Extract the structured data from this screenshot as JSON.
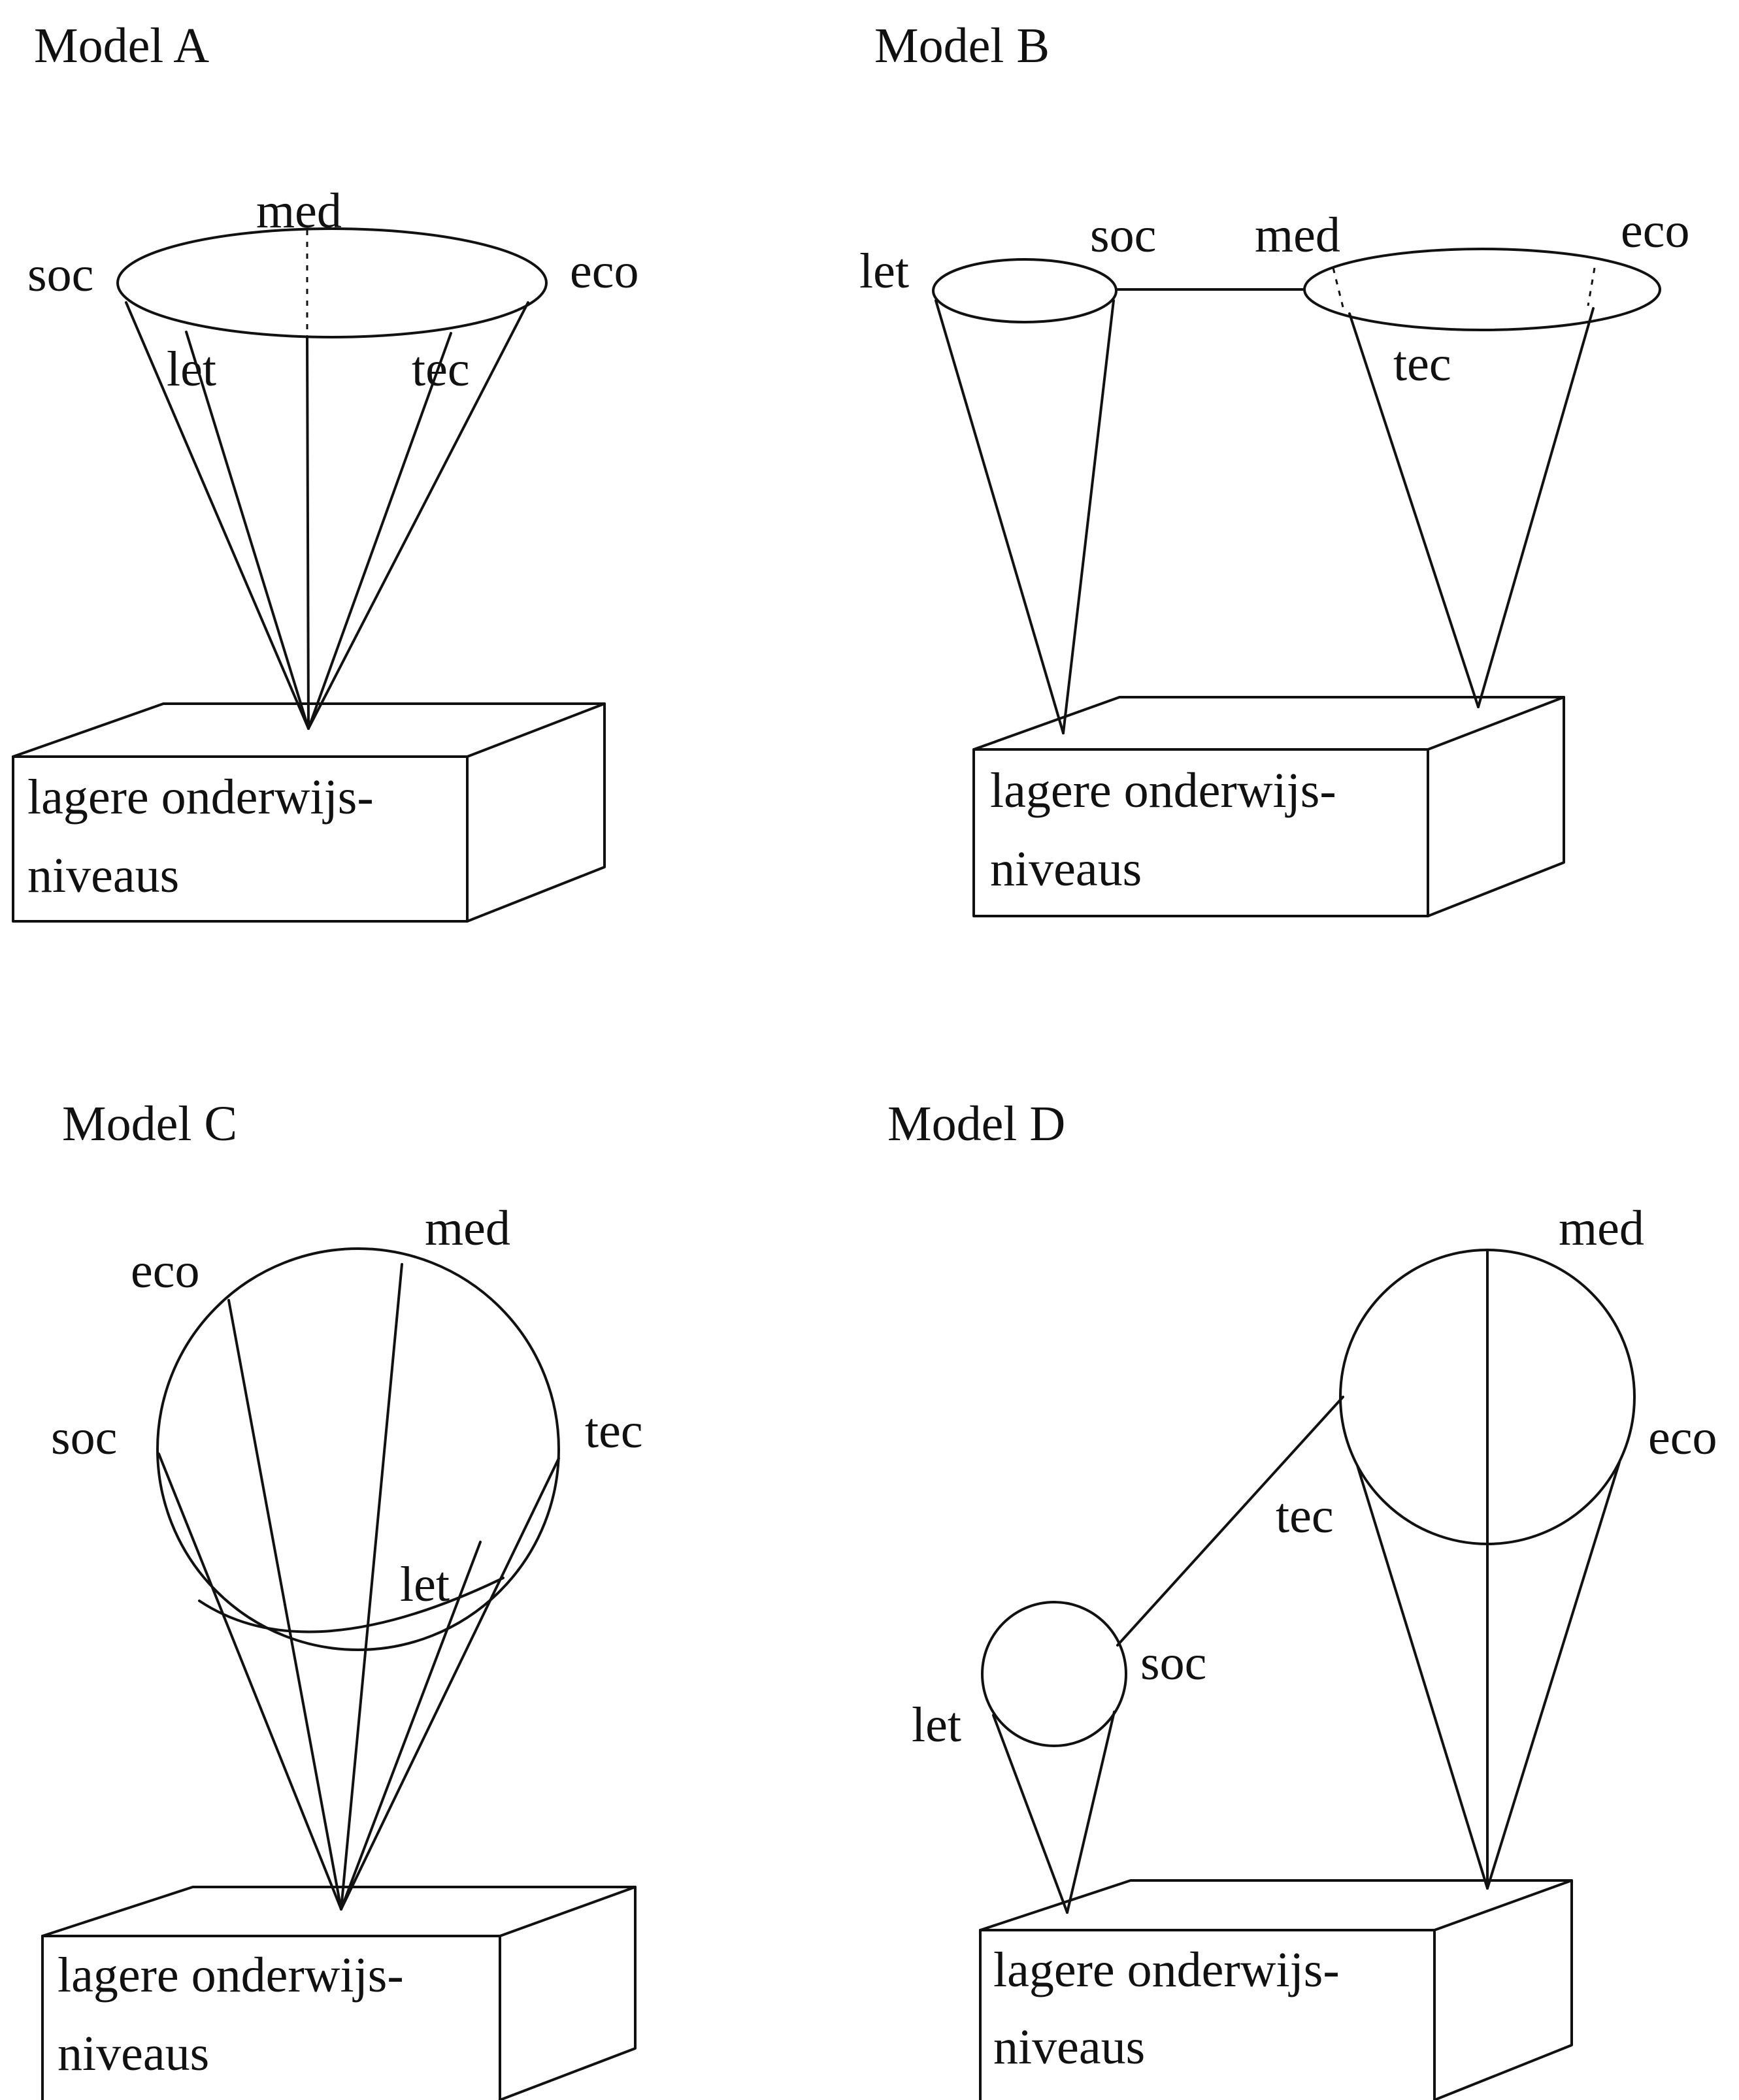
{
  "diagram": {
    "models": [
      {
        "title": "Model A",
        "labels": {
          "med": "med",
          "soc": "soc",
          "eco": "eco",
          "let": "let",
          "tec": "tec"
        },
        "box_line1": "lagere onderwijs-",
        "box_line2": "niveaus"
      },
      {
        "title": "Model B",
        "labels": {
          "let": "let",
          "soc": "soc",
          "med": "med",
          "eco": "eco",
          "tec": "tec"
        },
        "box_line1": "lagere onderwijs-",
        "box_line2": "niveaus"
      },
      {
        "title": "Model C",
        "labels": {
          "eco": "eco",
          "med": "med",
          "soc": "soc",
          "tec": "tec",
          "let": "let"
        },
        "box_line1": "lagere onderwijs-",
        "box_line2": "niveaus"
      },
      {
        "title": "Model D",
        "labels": {
          "med": "med",
          "eco": "eco",
          "tec": "tec",
          "soc": "soc",
          "let": "let"
        },
        "box_line1": "lagere onderwijs-",
        "box_line2": "niveaus"
      }
    ]
  }
}
